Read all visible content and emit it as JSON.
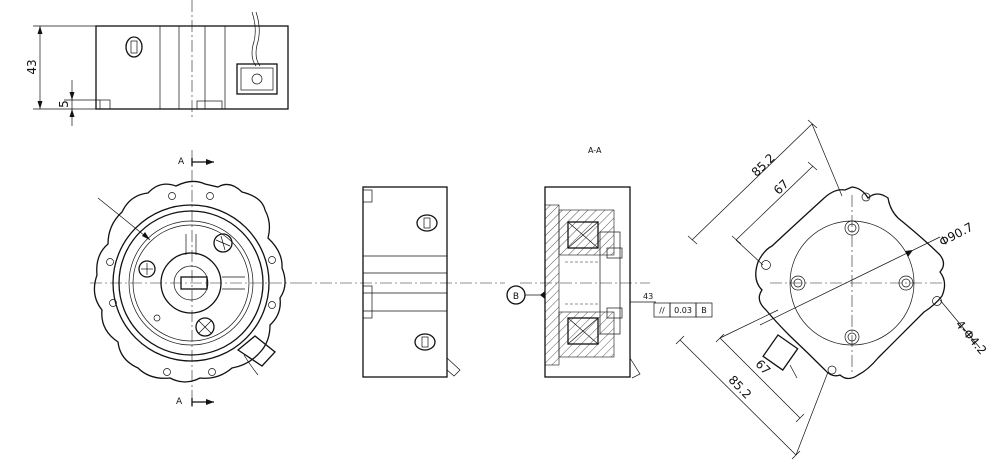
{
  "dimensions": {
    "height_43": "43",
    "height_5": "5",
    "diag_85_2_top": "85.2",
    "diag_67_top": "67",
    "diameter_90_7": "Φ90.7",
    "holes_4_phi_4_2": "4-Φ4.2",
    "diag_67_bottom": "67",
    "diag_85_2_bottom": "85.2"
  },
  "section": {
    "title": "A-A",
    "marker_top": "A",
    "marker_bottom": "A"
  },
  "datum": {
    "label": "B",
    "dim_43": "43",
    "gdt_symbol": "//",
    "gdt_value": "0.03",
    "gdt_datum": "B"
  }
}
